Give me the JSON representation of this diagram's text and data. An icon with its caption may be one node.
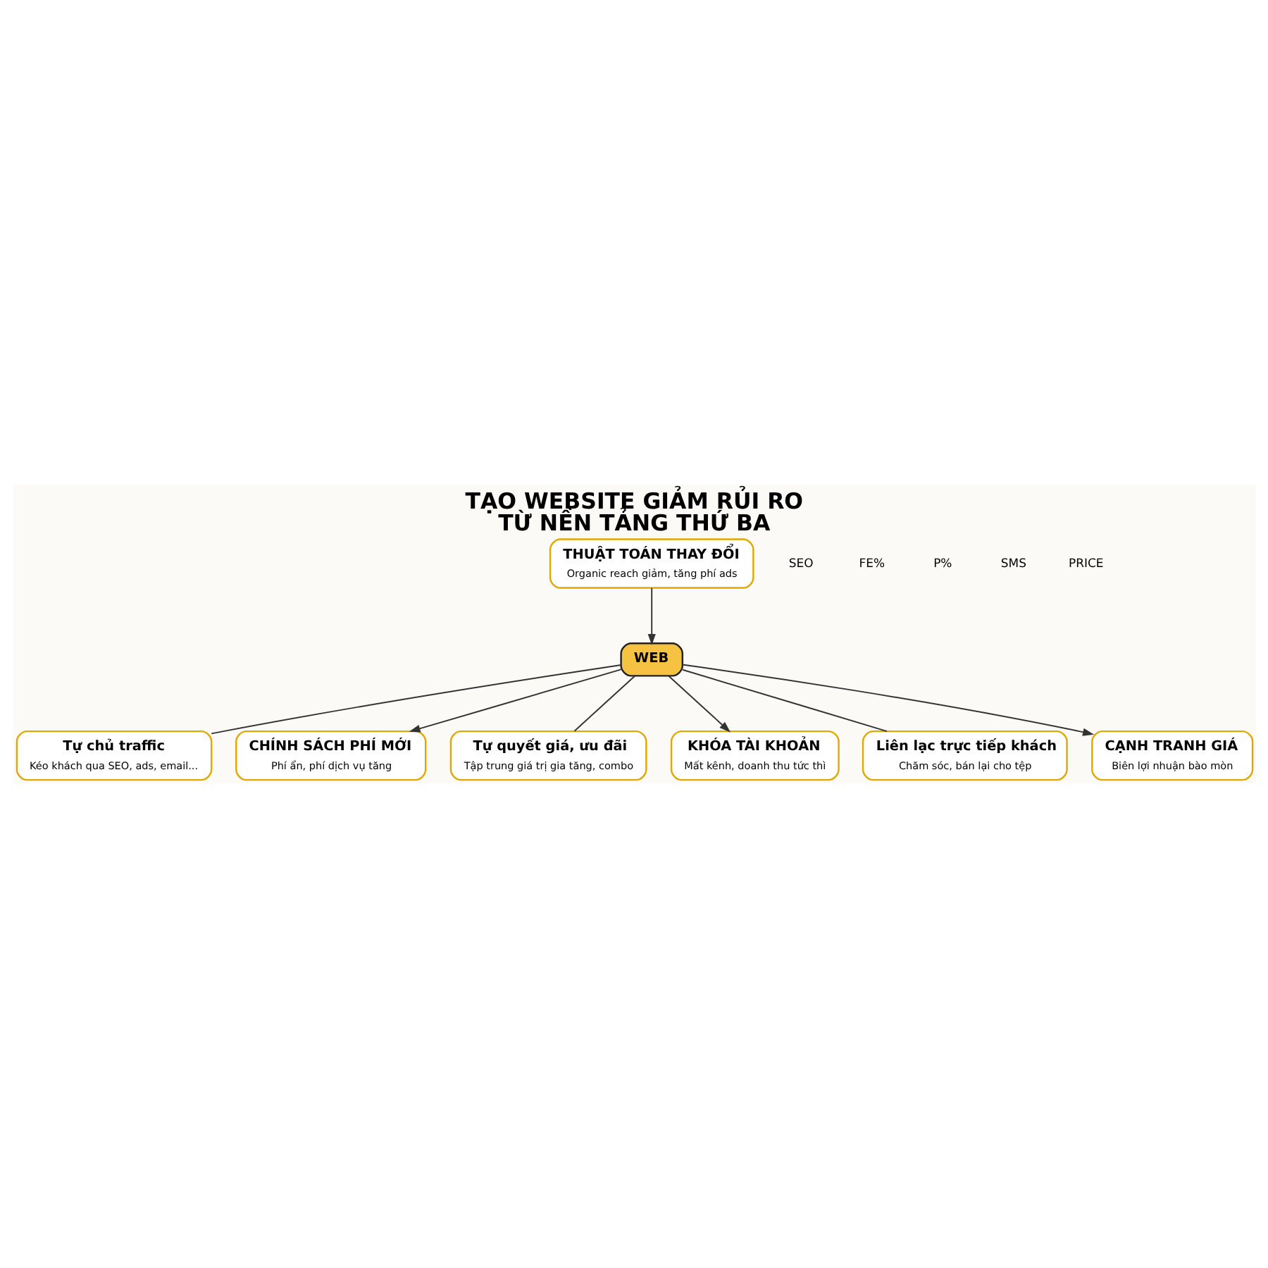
{
  "diagram": {
    "title": "TẠO WEBSITE GIẢM RỦI RO TỪ NỀN TẢNG THỨ BA",
    "nodes": [
      {
        "text": [
          "WEB"
        ]
      },
      {
        "text": [
          "THUẬT TOÁN THAY ĐỔI",
          "Organic reach giảm, tăng phí ads"
        ]
      },
      {
        "text": [
          "Tự chủ traffic",
          "Kéo khách qua SEO, ads, email..."
        ]
      },
      {
        "text": [
          "CHÍNH SÁCH PHÍ MỚI",
          "Phí ẩn, phí dịch vụ tăng"
        ]
      },
      {
        "text": [
          "Tự quyết giá, ưu đãi",
          "Tập trung giá trị gia tăng, combo"
        ]
      },
      {
        "text": [
          "KHÓA TÀI KHOẢN",
          "Mất kênh, doanh thu tức thì"
        ]
      },
      {
        "text": [
          "Liên lạc trực tiếp khách",
          "Chăm sóc, bán lại cho tệp"
        ]
      },
      {
        "text": [
          "CẠNH TRANH GIÁ",
          "Biên lợi nhuận bào mòn"
        ]
      }
    ],
    "labels": [
      "SEO",
      "FE%",
      "P%",
      "SMS",
      "PRICE"
    ],
    "edges": [
      {
        "from": 1,
        "to": 0,
        "arrow": "to"
      },
      {
        "from": 0,
        "to": 2,
        "arrow": "none"
      },
      {
        "from": 0,
        "to": 3,
        "arrow": "to"
      },
      {
        "from": 0,
        "to": 4,
        "arrow": "none"
      },
      {
        "from": 0,
        "to": 5,
        "arrow": "to"
      },
      {
        "from": 0,
        "to": 6,
        "arrow": "none"
      },
      {
        "from": 0,
        "to": 7,
        "arrow": "to"
      }
    ]
  }
}
